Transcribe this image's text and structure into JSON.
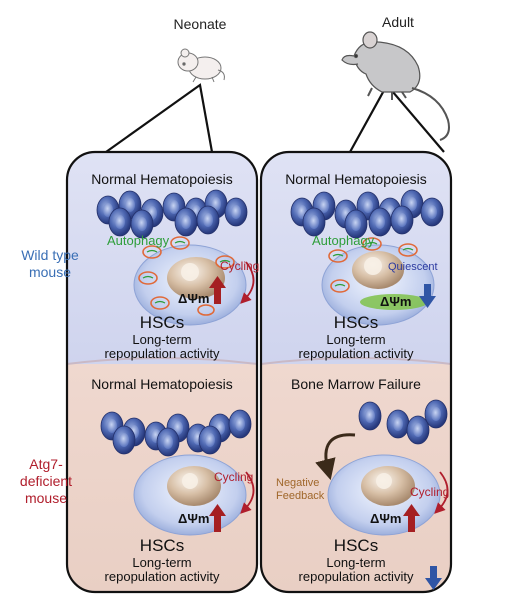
{
  "columns": {
    "neonate": "Neonate",
    "adult": "Adult"
  },
  "rows": {
    "wild_type": {
      "line1": "Wild type",
      "line2": "mouse",
      "color": "#3a6fb5"
    },
    "atg7": {
      "line1": "Atg7-",
      "line2": "deficient",
      "line3": "mouse",
      "color": "#b01e2c"
    }
  },
  "panels": {
    "wt_neonate": {
      "title": "Normal Hematopoiesis",
      "autophagy": "Autophagy",
      "cycling": "Cycling",
      "mito": "ΔΨm",
      "hsc": "HSCs",
      "lt1": "Long-term",
      "lt2": "repopulation activity"
    },
    "wt_adult": {
      "title": "Normal Hematopoiesis",
      "autophagy": "Autophagy",
      "quiescent": "Quiescent",
      "mito": "ΔΨm",
      "hsc": "HSCs",
      "lt1": "Long-term",
      "lt2": "repopulation activity"
    },
    "ko_neonate": {
      "title": "Normal Hematopoiesis",
      "cycling": "Cycling",
      "mito": "ΔΨm",
      "hsc": "HSCs",
      "lt1": "Long-term",
      "lt2": "repopulation activity"
    },
    "ko_adult": {
      "title": "Bone Marrow Failure",
      "neg1": "Negative",
      "neg2": "Feedback",
      "cycling": "Cycling",
      "mito": "ΔΨm",
      "hsc": "HSCs",
      "lt1": "Long-term",
      "lt2": "repopulation activity"
    }
  },
  "colors": {
    "top_bg": "#d7dbf0",
    "bottom_bg": "#eed5cc",
    "autophagy": "#2e9e3a",
    "cycling": "#b01e2c",
    "quiescent": "#2c3aa0",
    "up_arrow": "#a51f22",
    "down_arrow": "#2f55a5",
    "feedback": "#a0672a"
  }
}
